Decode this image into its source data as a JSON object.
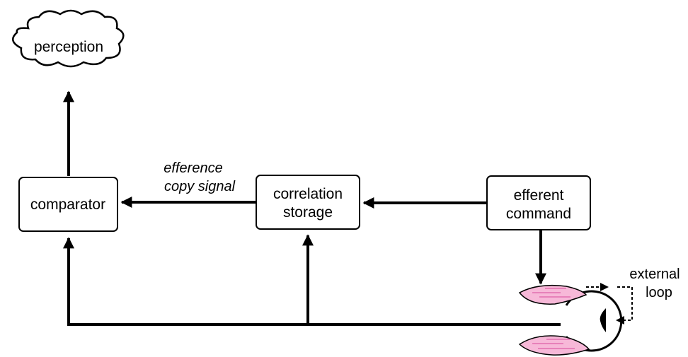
{
  "diagram": {
    "nodes": {
      "perception": {
        "label": "perception",
        "shape": "cloud"
      },
      "comparator": {
        "label": "comparator",
        "shape": "box"
      },
      "correlation_storage": {
        "lines": [
          "correlation",
          "storage"
        ],
        "shape": "box"
      },
      "efferent_command": {
        "lines": [
          "efferent",
          "command"
        ],
        "shape": "box"
      },
      "eye": {
        "shape": "eye-with-muscles",
        "muscle_color": "#f7b8d8",
        "muscle_stroke": "#e26fb0"
      }
    },
    "edge_labels": {
      "efference_copy": [
        "efference",
        "copy signal"
      ],
      "external_loop": [
        "external",
        "loop"
      ]
    },
    "edges": [
      {
        "from": "comparator",
        "to": "perception"
      },
      {
        "from": "correlation_storage",
        "to": "comparator"
      },
      {
        "from": "efferent_command",
        "to": "correlation_storage"
      },
      {
        "from": "efferent_command",
        "to": "eye"
      },
      {
        "from": "eye",
        "to": "comparator"
      },
      {
        "from": "eye",
        "to": "correlation_storage"
      },
      {
        "from": "eye",
        "to": "eye",
        "style": "dashed"
      }
    ]
  }
}
